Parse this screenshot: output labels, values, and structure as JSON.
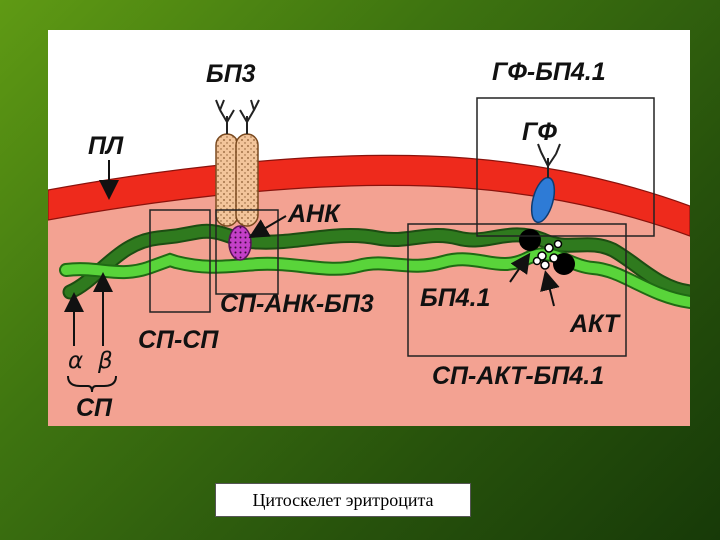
{
  "labels": {
    "bp3": "БП3",
    "gf_bp41": "ГФ-БП4.1",
    "pl": "ПЛ",
    "gf": "ГФ",
    "ank": "АНК",
    "sp_ank_bp3": "СП-АНК-БП3",
    "bp41": "БП4.1",
    "akt": "АКТ",
    "sp_sp": "СП-СП",
    "alpha": "α",
    "beta": "β",
    "sp": "СП",
    "sp_akt_bp41": "СП-АКТ-БП4.1"
  },
  "caption": "Цитоскелет эритроцита",
  "colors": {
    "membrane": "#ee2a1c",
    "cytoplasm": "#f3a292",
    "spectrin_alpha": "#2f7a1e",
    "spectrin_beta": "#59d43a",
    "protein_band3": "#f2c49a",
    "ankyrin": "#c33fc7",
    "glycophorin": "#2e7bd6"
  }
}
